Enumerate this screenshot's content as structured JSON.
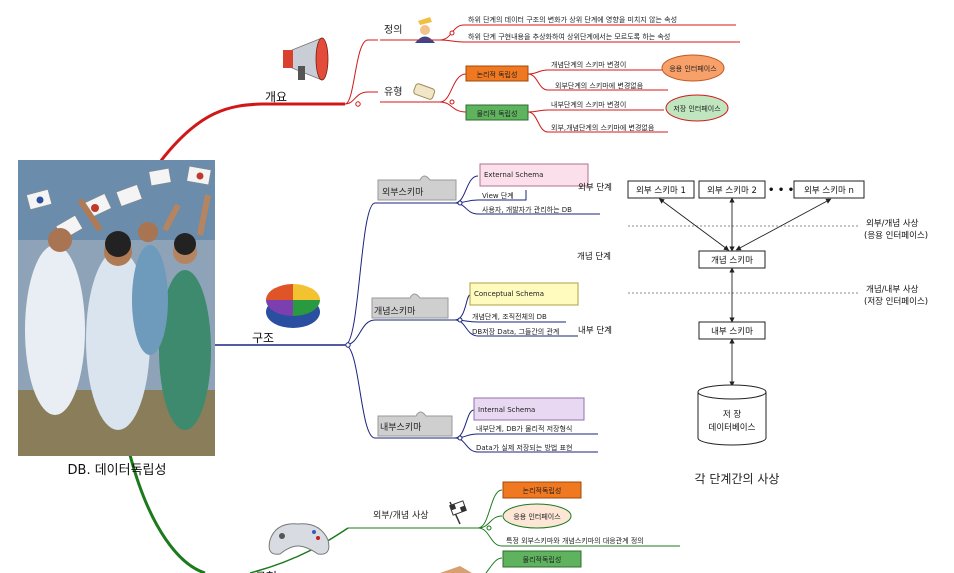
{
  "central": {
    "title": "DB. 데이터독립성"
  },
  "branches": {
    "overview": {
      "label": "개요",
      "definition": {
        "label": "정의",
        "items": [
          "하위 단계의 데이터 구조의 변화가 상위 단계에 영향을 미치지 않는 속성",
          "하위 단계 구현내용을 추상화하여 상위단계에서는 모르도록 하는 속성"
        ]
      },
      "types": {
        "label": "유형",
        "logical": {
          "label": "논리적 독립성",
          "items": [
            "개념단계의 스키마 변경이",
            "외부단계의 스키마에 변경없음"
          ],
          "bubble": "응용 인터페이스"
        },
        "physical": {
          "label": "물리적 독립성",
          "items": [
            "내부단계의 스키마 변경이",
            "외부,개념단계의 스키마에 변경없음"
          ],
          "bubble": "저장 인터페이스"
        }
      }
    },
    "structure": {
      "label": "구조",
      "external": {
        "label": "외부스키마",
        "box": "External Schema",
        "items": [
          "View 단계",
          "사용자, 개발자가 관리하는 DB"
        ]
      },
      "conceptual": {
        "label": "개념스키마",
        "box": "Conceptual Schema",
        "items": [
          "개념단계, 조직전체의 DB",
          "DB저장 Data, 그들간의 관계"
        ]
      },
      "internal": {
        "label": "내부스키마",
        "box": "Internal Schema",
        "items": [
          "내부단계, DB가 물리적 저장형식",
          "Data가 실제 저장되는 방법 표현"
        ]
      }
    },
    "feature": {
      "label": "구현",
      "ext_concept": {
        "label": "외부/개념 사상",
        "box": "논리적독립성",
        "bubble": "응용 인터페이스",
        "item": "특정 외부스키마와 개념스키마의 대응관계 정의"
      },
      "next_box": "물리적독립성"
    }
  },
  "diagram": {
    "levels": {
      "external": "외부 단계",
      "conceptual": "개념 단계",
      "internal": "내부 단계"
    },
    "external_schemas": [
      "외부 스키마 1",
      "외부 스키마 2",
      "외부 스키마 n"
    ],
    "ellipsis": "• • • •",
    "conceptual_schema": "개념 스키마",
    "internal_schema": "내부 스키마",
    "mapping_ext_con": [
      "외부/개념 사상",
      "(응용 인터페이스)"
    ],
    "mapping_con_int": [
      "개념/내부 사상",
      "(저장 인터페이스)"
    ],
    "db_label": [
      "저 장",
      "데이터베이스"
    ],
    "caption": "각 단계간의 사상"
  },
  "colors": {
    "red_branch": "#d01818",
    "blue_branch": "#1a237e",
    "green_branch": "#1b7a1b",
    "orange_box": "#f07820",
    "green_box": "#5fb35f",
    "pink_box": "#fbe0ec",
    "yellow_box": "#fffbbf",
    "lavender_box": "#e8d8f2"
  },
  "icons": [
    "megaphone-icon",
    "person-icon",
    "scroll-icon",
    "pie-chart-icon",
    "puzzle-piece-icon",
    "checkered-flag-icon",
    "gamepad-icon"
  ]
}
